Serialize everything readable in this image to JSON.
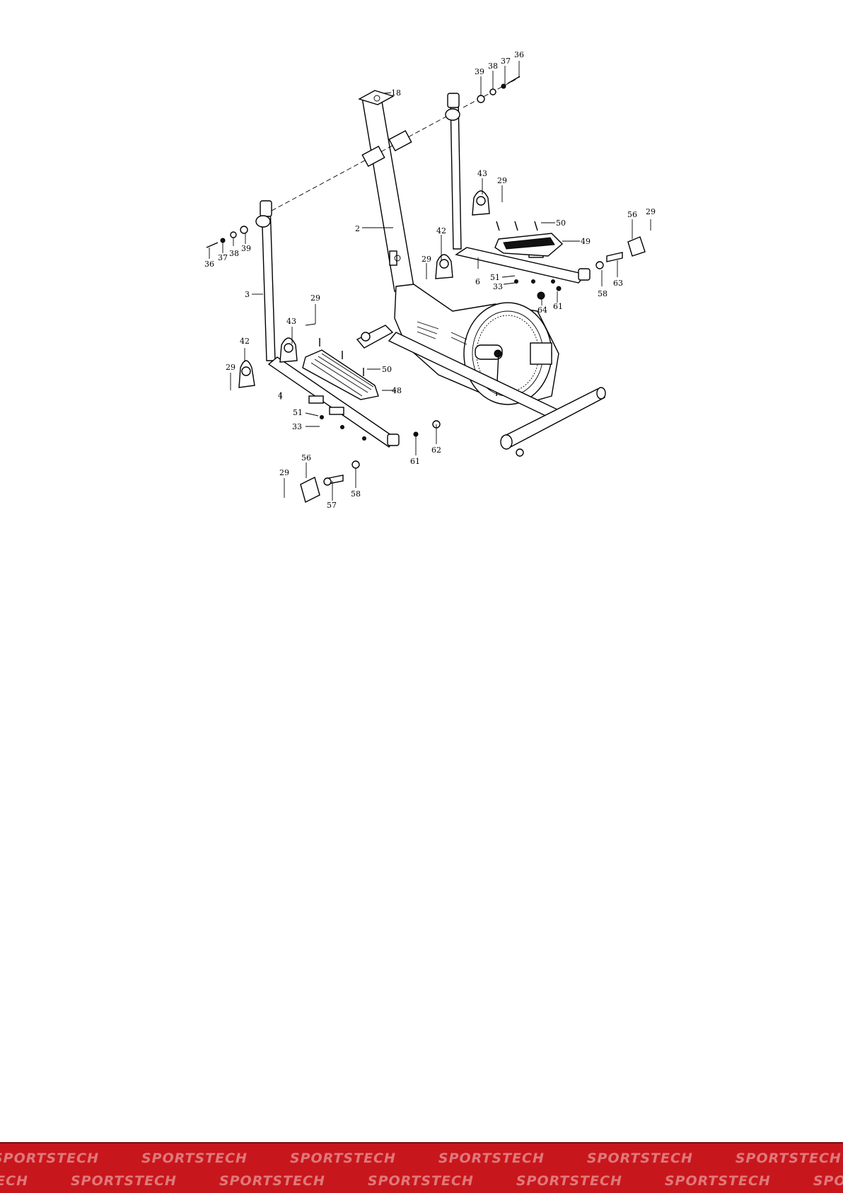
{
  "diagram": {
    "callouts": {
      "c18": "18",
      "c39a": "39",
      "c38a": "38",
      "c37a": "37",
      "c36a": "36",
      "c43a": "43",
      "c29a": "29",
      "c2": "2",
      "c42a": "42",
      "c50a": "50",
      "c49": "49",
      "c56a": "56",
      "c29b": "29",
      "c29c": "29",
      "c51a": "51",
      "c6": "6",
      "c33a": "33",
      "c63": "63",
      "c58a": "58",
      "c64": "64",
      "c61a": "61",
      "c36b": "36",
      "c37b": "37",
      "c38b": "38",
      "c39b": "39",
      "c3": "3",
      "c29d": "29",
      "c43b": "43",
      "c42b": "42",
      "c29e": "29",
      "c50b": "50",
      "c48": "48",
      "c4": "4",
      "c51b": "51",
      "c33b": "33",
      "c61b": "61",
      "c62": "62",
      "c56b": "56",
      "c29f": "29",
      "c57": "57",
      "c58b": "58"
    }
  },
  "footer": {
    "brand": "SPORTSTECH",
    "brand_color": "#c8171c"
  }
}
